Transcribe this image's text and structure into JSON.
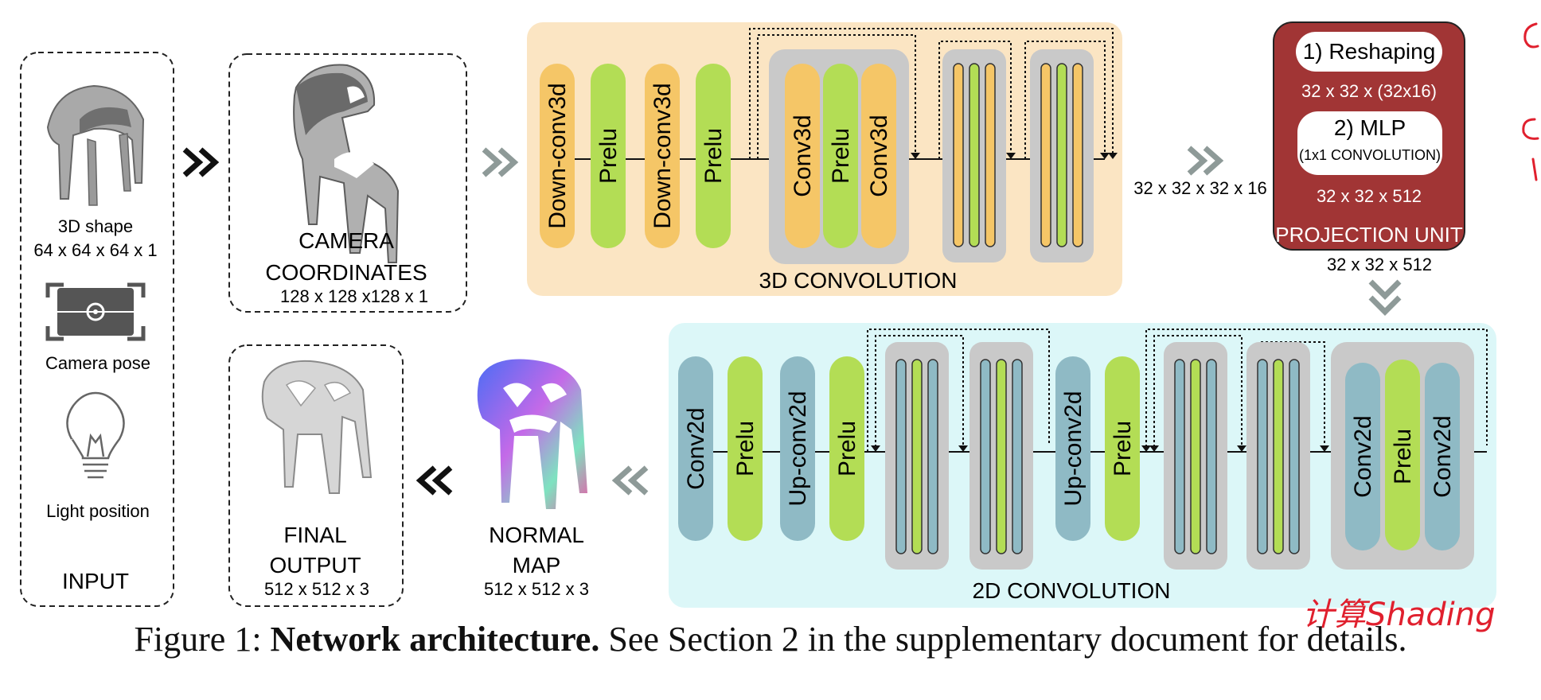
{
  "input_panel": {
    "shape_label": "3D shape",
    "shape_dims": "64 x 64 x 64 x 1",
    "camera_label": "Camera pose",
    "light_label": "Light position",
    "title": "INPUT"
  },
  "camera_panel": {
    "title_line1": "CAMERA",
    "title_line2": "COORDINATES",
    "dims": "128 x 128 x128 x 1"
  },
  "conv3d": {
    "title": "3D CONVOLUTION",
    "layers": [
      "Down-conv3d",
      "Prelu",
      "Down-conv3d",
      "Prelu",
      "Conv3d",
      "Prelu",
      "Conv3d"
    ],
    "output_dims": "32 x 32 x 32 x 16"
  },
  "projection_unit": {
    "title": "PROJECTION UNIT",
    "step1": "1) Reshaping",
    "step1_dims": "32 x 32 x  (32x16)",
    "step2": "2) MLP",
    "step2_sub": "(1x1 CONVOLUTION)",
    "step2_dims": "32 x 32 x 512",
    "output_dims": "32 x 32 x 512"
  },
  "conv2d": {
    "title": "2D CONVOLUTION",
    "layers": [
      "Conv2d",
      "Prelu",
      "Up-conv2d",
      "Prelu",
      "Up-conv2d",
      "Prelu",
      "Conv2d",
      "Prelu",
      "Conv2d"
    ]
  },
  "normal_map": {
    "title_line1": "NORMAL",
    "title_line2": "MAP",
    "dims": "512 x 512 x 3"
  },
  "final_output": {
    "title_line1": "FINAL",
    "title_line2": "OUTPUT",
    "dims": "512 x 512 x 3"
  },
  "handwriting": "计算Shading",
  "caption": {
    "prefix": "Figure 1: ",
    "bold": "Network architecture.",
    "rest": " See Section 2 in the supplementary document for details."
  },
  "colors": {
    "conv3d_bg": "#fbe5c3",
    "conv2d_bg": "#dcf7f8",
    "projection_bg": "#a13535",
    "orange_layer": "#f5c667",
    "green_layer": "#b3dd55",
    "blue_layer": "#8fbac5",
    "group_gray": "#c9c9c9",
    "chevron_gray": "#8e9a98",
    "handwriting_red": "#e0202e"
  }
}
